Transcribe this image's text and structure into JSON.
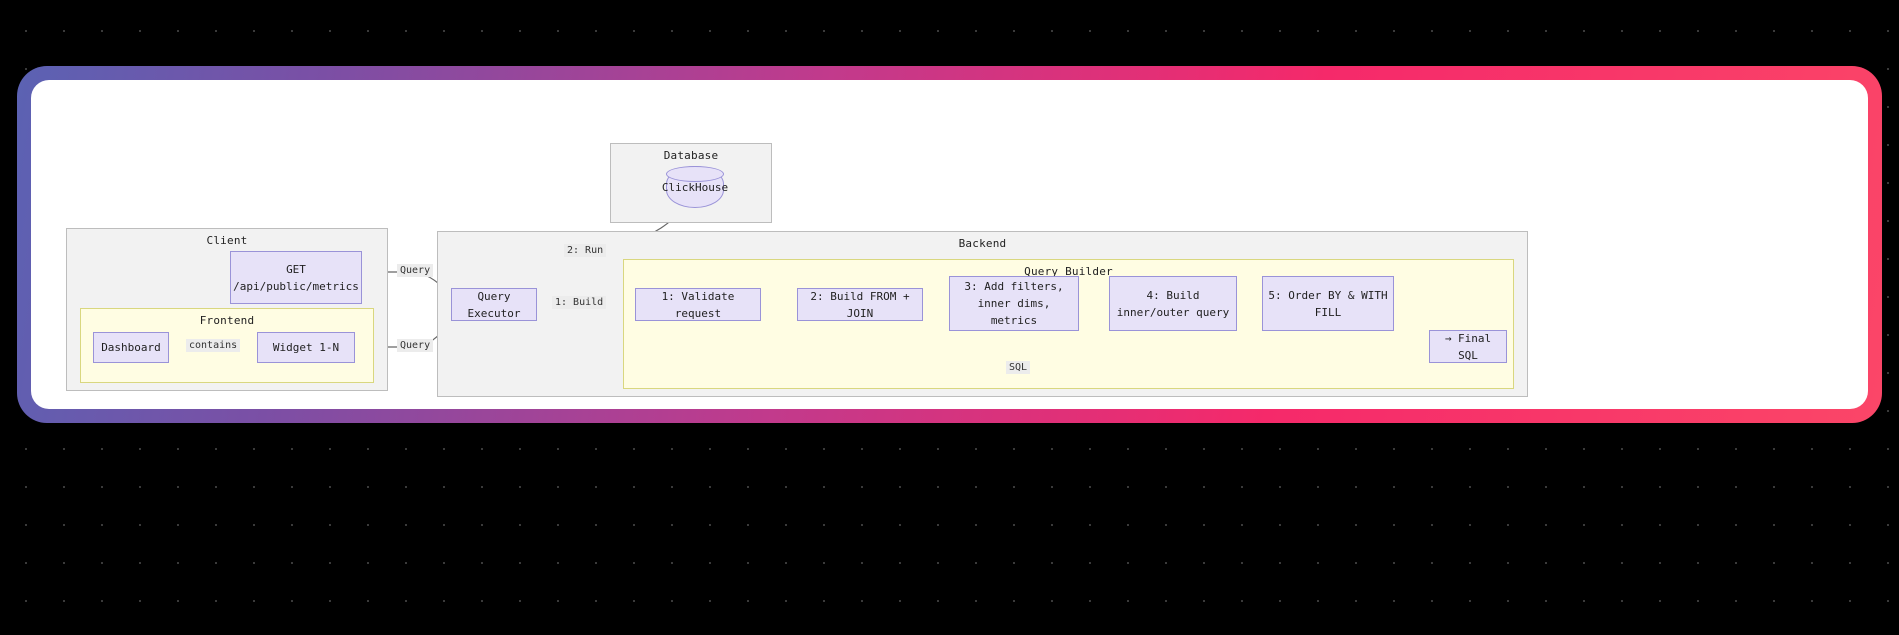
{
  "theme": {
    "page_bg": "#000000",
    "dot_color": "#3a3a3a",
    "card_bg": "#ffffff",
    "gradient_start": "#5b62b3",
    "gradient_mid": "#c13a8c",
    "gradient_end": "#fb4668",
    "group_gray_bg": "#f2f2f2",
    "group_yellow_bg": "#fffde3",
    "node_fill": "#e7e2f8",
    "node_stroke": "#9a93d8",
    "edge_stroke": "#666666",
    "edge_label_bg": "#ececec"
  },
  "diagram": {
    "groups": {
      "database": {
        "title": "Database"
      },
      "client": {
        "title": "Client"
      },
      "frontend": {
        "title": "Frontend"
      },
      "backend": {
        "title": "Backend"
      },
      "query_builder": {
        "title": "Query Builder"
      }
    },
    "nodes": {
      "clickhouse": {
        "label": "ClickHouse",
        "shape": "cylinder"
      },
      "get_endpoint": {
        "line1": "GET",
        "line2": "/api/public/metrics",
        "shape": "rect"
      },
      "dashboard": {
        "label": "Dashboard",
        "shape": "rect"
      },
      "widget": {
        "label": "Widget 1-N",
        "shape": "rect"
      },
      "query_executor": {
        "label": "Query Executor",
        "shape": "rect"
      },
      "step1": {
        "label": "1: Validate request",
        "shape": "rect"
      },
      "step2": {
        "label": "2: Build FROM + JOIN",
        "shape": "rect"
      },
      "step3": {
        "line1": "3: Add filters,",
        "line2": "inner dims, metrics",
        "shape": "rect"
      },
      "step4": {
        "line1": "4: Build",
        "line2": "inner/outer query",
        "shape": "rect"
      },
      "step5": {
        "line1": "5: Order BY & WITH",
        "line2": "FILL",
        "shape": "rect"
      },
      "final_sql": {
        "label": "→ Final SQL",
        "shape": "rect"
      }
    },
    "edge_labels": {
      "contains": "contains",
      "query_from_get": "Query",
      "query_from_widget": "Query",
      "run": "2: Run",
      "build": "1: Build",
      "sql": "SQL"
    }
  }
}
